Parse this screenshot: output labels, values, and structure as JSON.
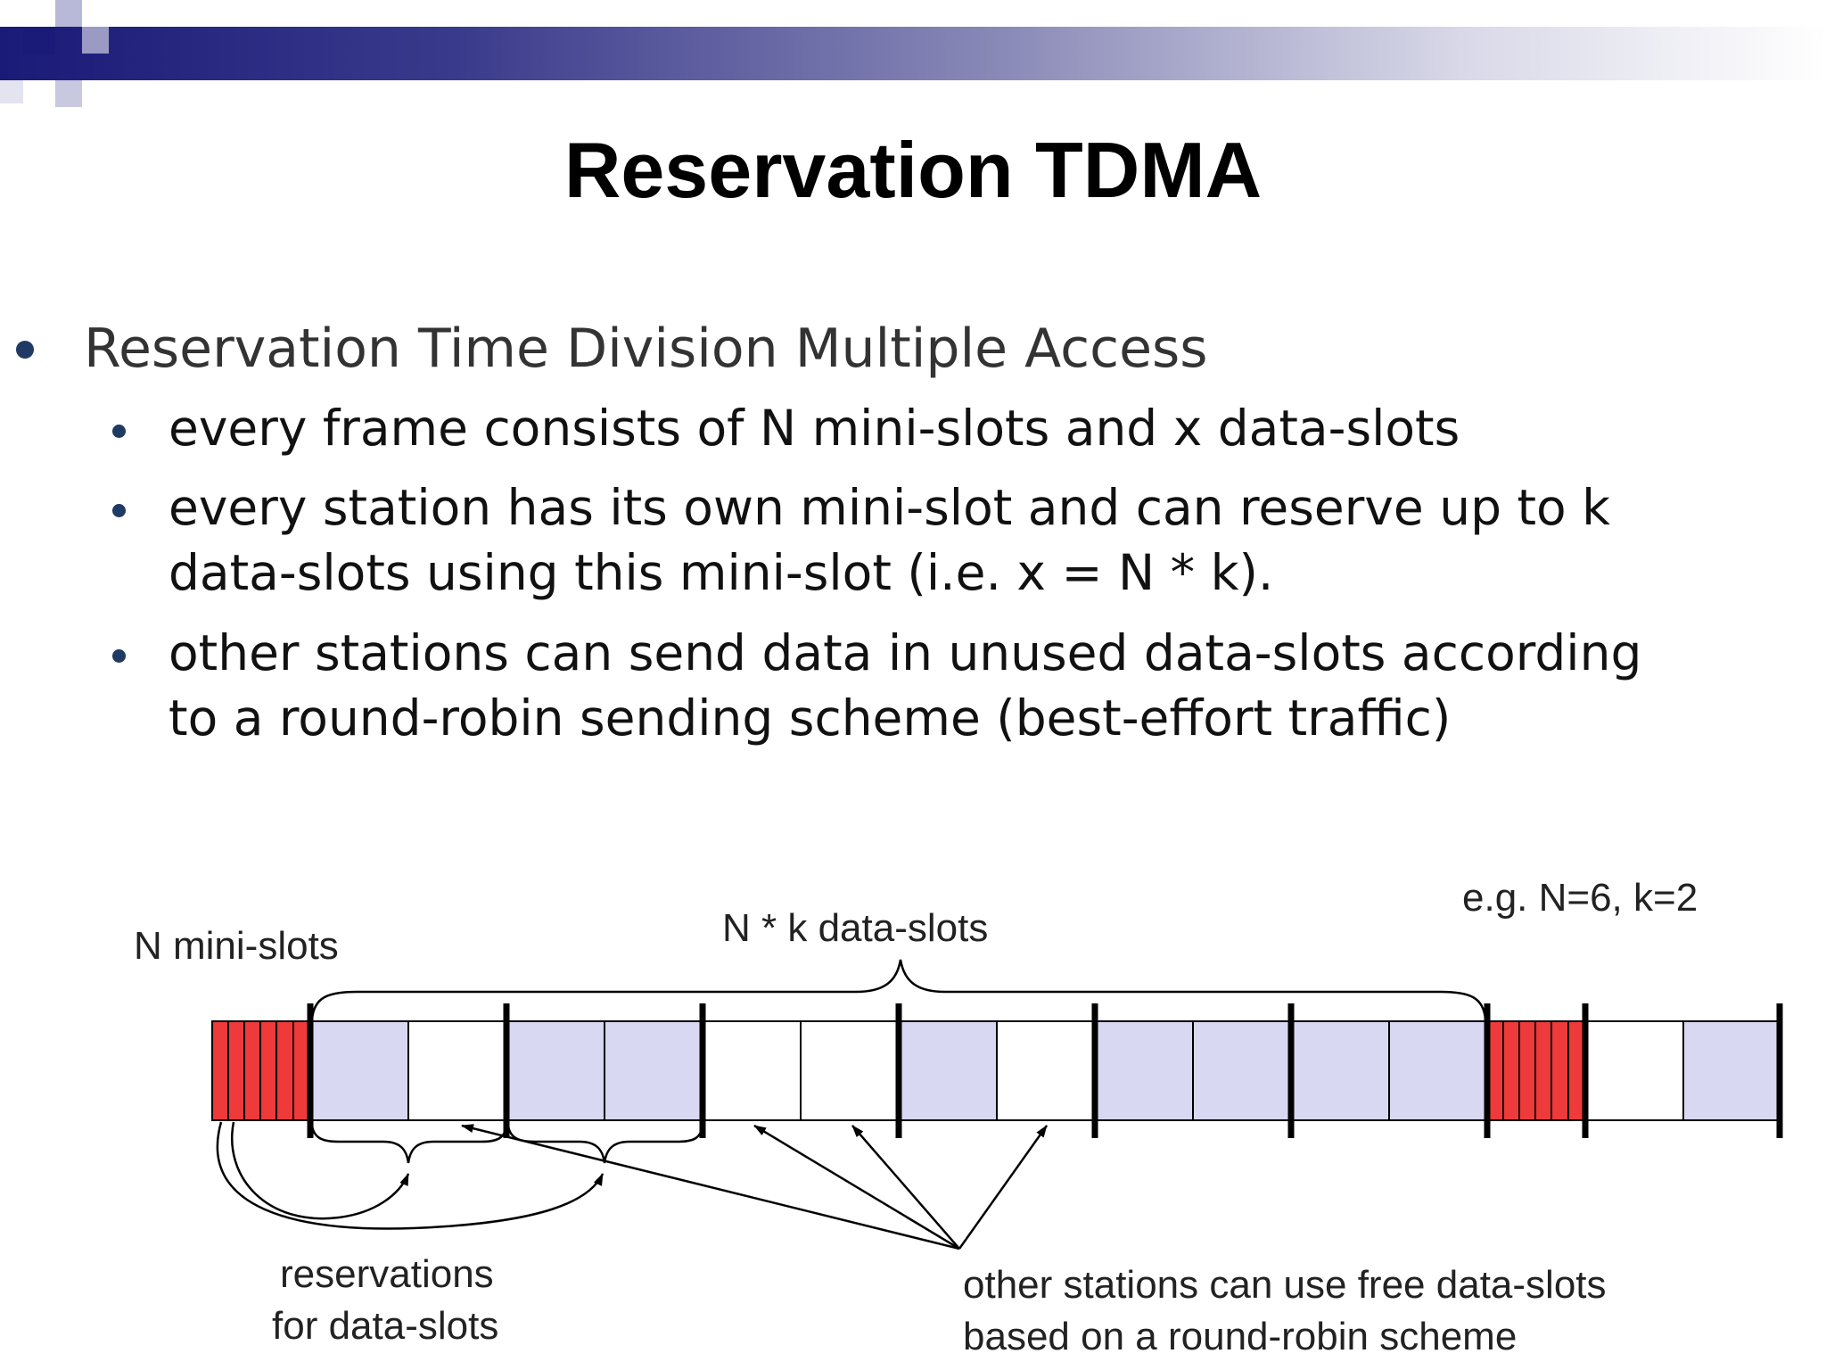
{
  "title": "Reservation TDMA",
  "bullets": {
    "main": "Reservation Time Division Multiple Access",
    "sub": [
      [
        "every frame consists of N mini-slots and x data-slots"
      ],
      [
        "every station has its own mini-slot and can reserve up to k",
        "data-slots using this mini-slot (i.e. x = N * k)."
      ],
      [
        "other stations can send data in unused data-slots according",
        "to a round-robin sending scheme (best-effort traffic)"
      ]
    ]
  },
  "diagram": {
    "label_mini_slots": "N mini-slots",
    "label_data_slots": "N * k data-slots",
    "label_example": "e.g. N=6, k=2",
    "label_reservations": [
      "reservations",
      "for data-slots"
    ],
    "label_free_slots": [
      "other stations can use free data-slots",
      "based on a round-robin scheme"
    ],
    "colors": {
      "mini_slot": "#ee3a3a",
      "reserved": "#d8d8f2",
      "free": "#ffffff",
      "header_bar": "#1a1a78"
    }
  }
}
